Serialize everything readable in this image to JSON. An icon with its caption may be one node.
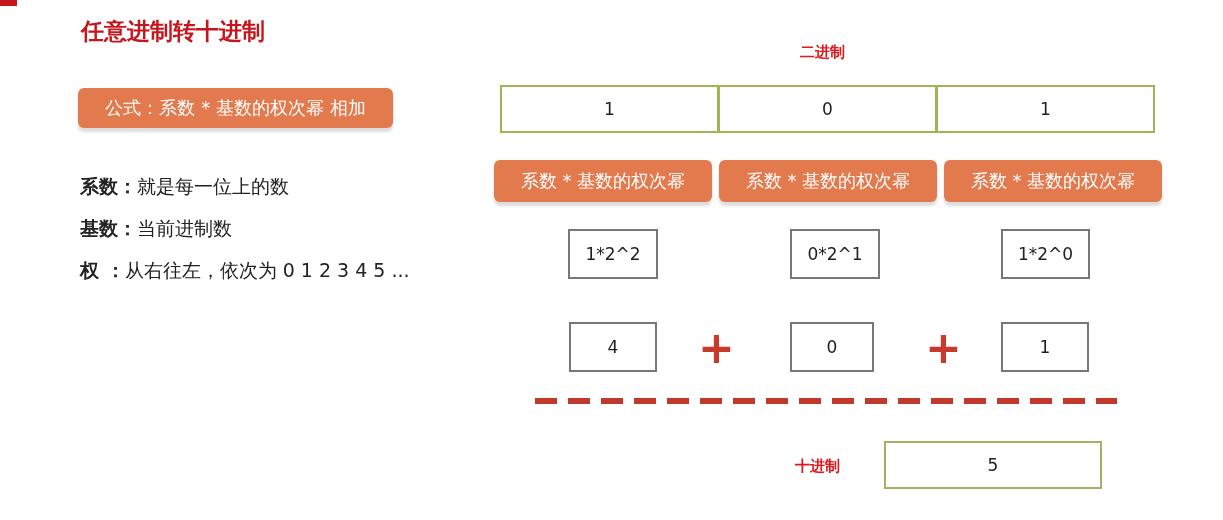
{
  "diagram": {
    "title": "任意进制转十进制",
    "nodes": [
      {
        "text": [
          "公式：系数 * 基数的权次幂 相加"
        ]
      },
      {
        "text": [
          "1"
        ]
      },
      {
        "text": [
          "0"
        ]
      },
      {
        "text": [
          "1"
        ]
      },
      {
        "text": [
          "系数 * 基数的权次幂"
        ]
      },
      {
        "text": [
          "系数 * 基数的权次幂"
        ]
      },
      {
        "text": [
          "系数 * 基数的权次幂"
        ]
      },
      {
        "text": [
          "1*2^2"
        ]
      },
      {
        "text": [
          "0*2^1"
        ]
      },
      {
        "text": [
          "1*2^0"
        ]
      },
      {
        "text": [
          "4"
        ]
      },
      {
        "text": [
          "0"
        ]
      },
      {
        "text": [
          "1"
        ]
      },
      {
        "text": [
          "5"
        ],
        "beside": [
          "十进制"
        ]
      }
    ],
    "edges": [],
    "labels": [
      "**系数：**就是每一位上的数",
      "**基数：**当前进制数",
      "**权 ：**从右往左，依次为 0 1 2 3 4 5 ...",
      "二进制",
      "+",
      "+"
    ]
  }
}
